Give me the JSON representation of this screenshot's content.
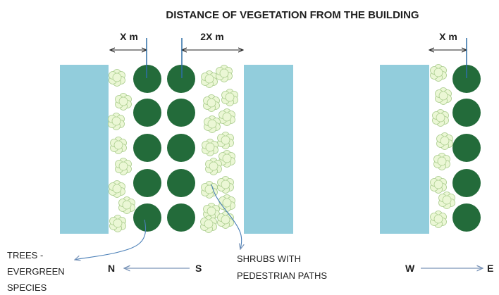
{
  "diagram": {
    "title": "DISTANCE OF VEGETATION FROM THE BUILDING",
    "dimensions": {
      "x_label_left": "X m",
      "double_label": "2X m",
      "x_label_right": "X m"
    },
    "labels": {
      "trees": [
        "TREES -",
        "EVERGREEN",
        "SPECIES"
      ],
      "shrubs": [
        "SHRUBS WITH",
        "PEDESTRIAN PATHS"
      ]
    },
    "orientation_left": {
      "from": "S",
      "to": "N"
    },
    "orientation_right": {
      "from": "W",
      "to": "E"
    }
  },
  "colors": {
    "building": "#92cddc",
    "tree": "#236b3a",
    "shrub_fill": "#ebf7d5",
    "shrub_stroke": "#a9cc8c",
    "dimension_line": "#2e6ea6",
    "callout_line": "#4a7fb7",
    "arrow": "#7b95b8",
    "text": "#1f1f1f"
  }
}
